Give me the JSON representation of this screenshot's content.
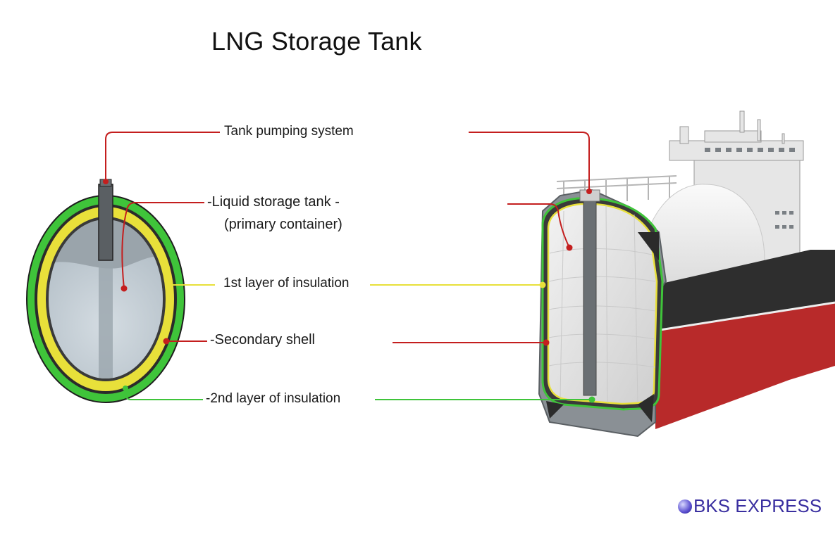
{
  "title": "LNG Storage Tank",
  "labels": {
    "pumping": "Tank pumping system",
    "liquid_line1": "-Liquid storage tank -",
    "liquid_line2": "(primary container)",
    "insulation1": "1st layer of insulation",
    "secondary": "-Secondary shell",
    "insulation2": "-2nd layer of insulation"
  },
  "brand": {
    "name": "BKS EXPRESS"
  },
  "colors": {
    "primary_leader": "#c41e1e",
    "insulation1": "#e8e03a",
    "insulation2": "#3fc43a",
    "secondary_shell": "#333333",
    "liquid": "#c5cfd6",
    "hull_dark": "#2b2b2b",
    "hull_red": "#b82a2a"
  }
}
